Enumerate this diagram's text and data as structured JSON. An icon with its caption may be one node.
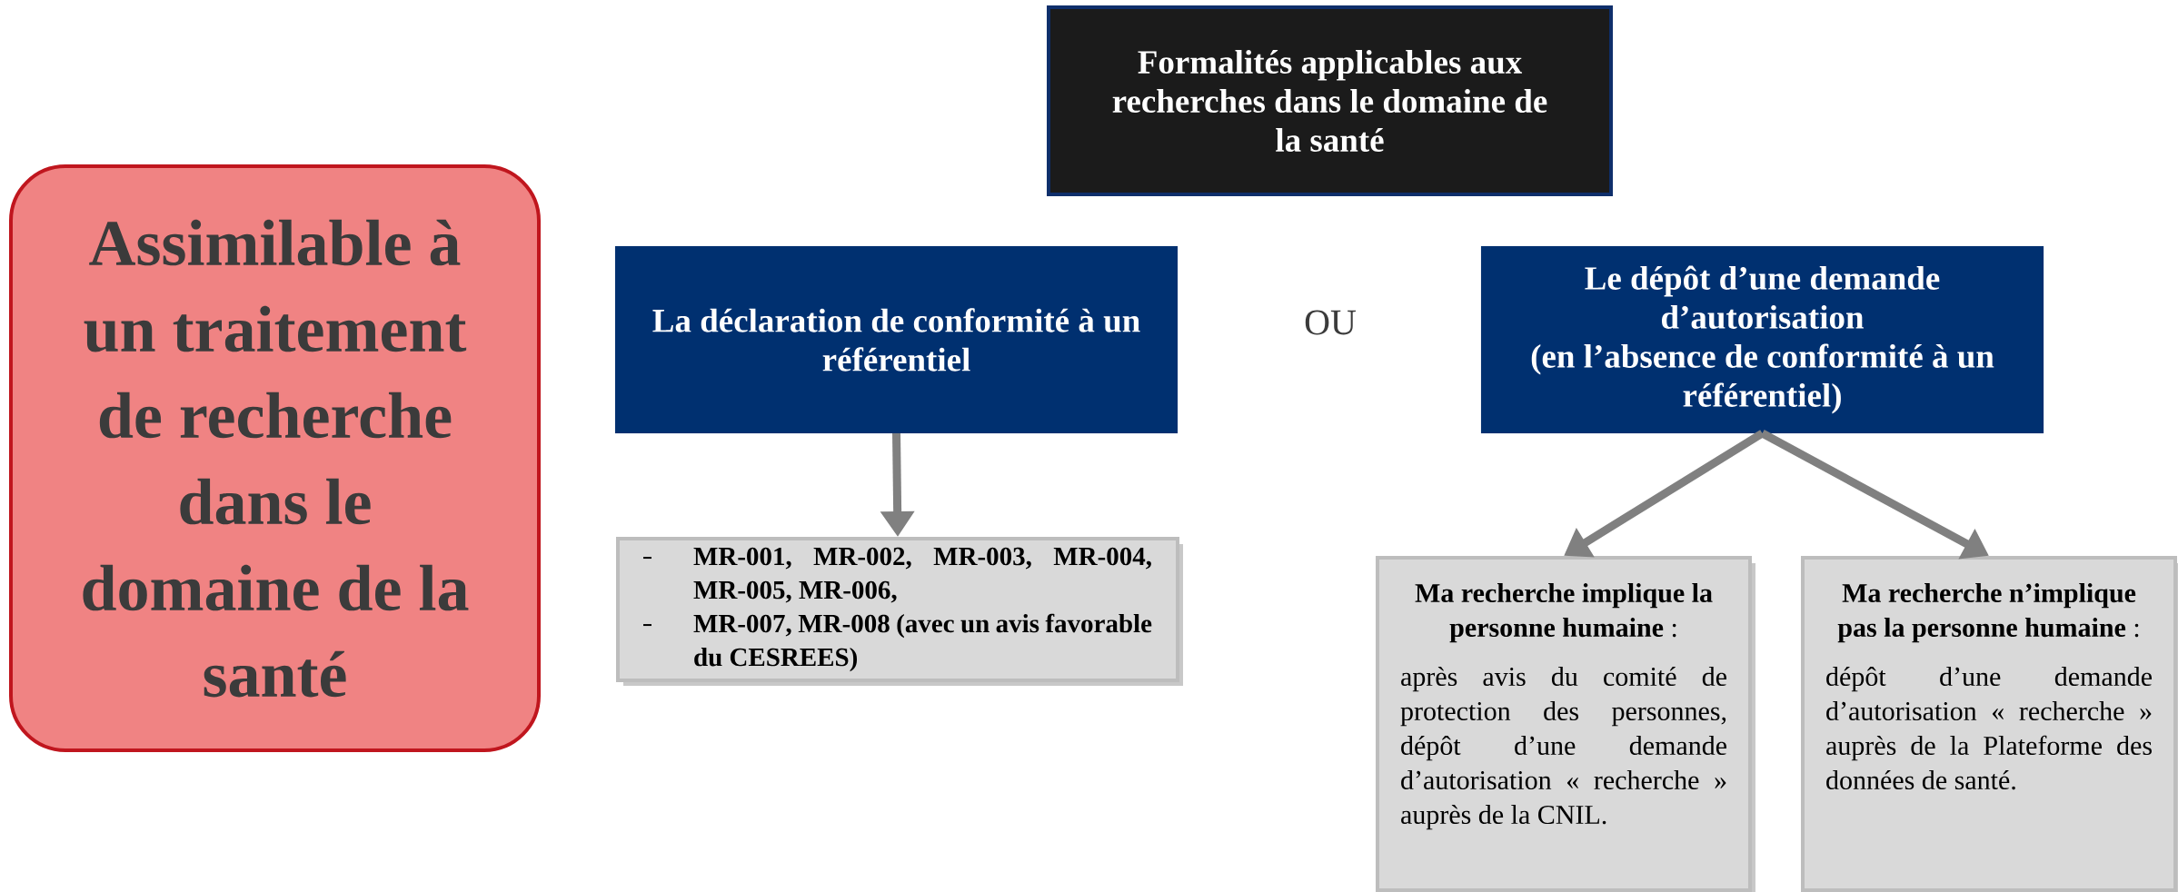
{
  "diagram": {
    "nodes": [
      {
        "text": [
          "Assimilable à un traitement de recherche dans le domaine de la santé"
        ]
      },
      {
        "text": [
          "Formalités applicables aux recherches dans le domaine de la santé"
        ]
      },
      {
        "text": [
          "La déclaration de conformité à un référentiel"
        ]
      },
      {
        "text": [
          "Le dépôt d’une demande d’autorisation",
          "(en l’absence de conformité à un référentiel)"
        ]
      },
      {
        "text": [
          "MR-001, MR-002, MR-003, MR-004, MR-005, MR-006,",
          "MR-007, MR-008 (avec un avis favorable du CESREES)"
        ]
      },
      {
        "text": [
          "**Ma recherche implique la personne humaine** :",
          "après avis du comité de protection des personnes, dépôt d’une demande d’autorisation « recherche » auprès de la CNIL."
        ]
      },
      {
        "text": [
          "**Ma recherche n’implique pas la personne humaine** :",
          "dépôt d’une demande d’autorisation « recherche » auprès de la Plateforme des données de santé."
        ]
      }
    ],
    "edges": [
      {
        "from": 2,
        "to": 4,
        "arrow": "to"
      },
      {
        "from": 3,
        "to": 5,
        "arrow": "to"
      },
      {
        "from": 3,
        "to": 6,
        "arrow": "to"
      }
    ],
    "labels": [
      "OU"
    ]
  }
}
